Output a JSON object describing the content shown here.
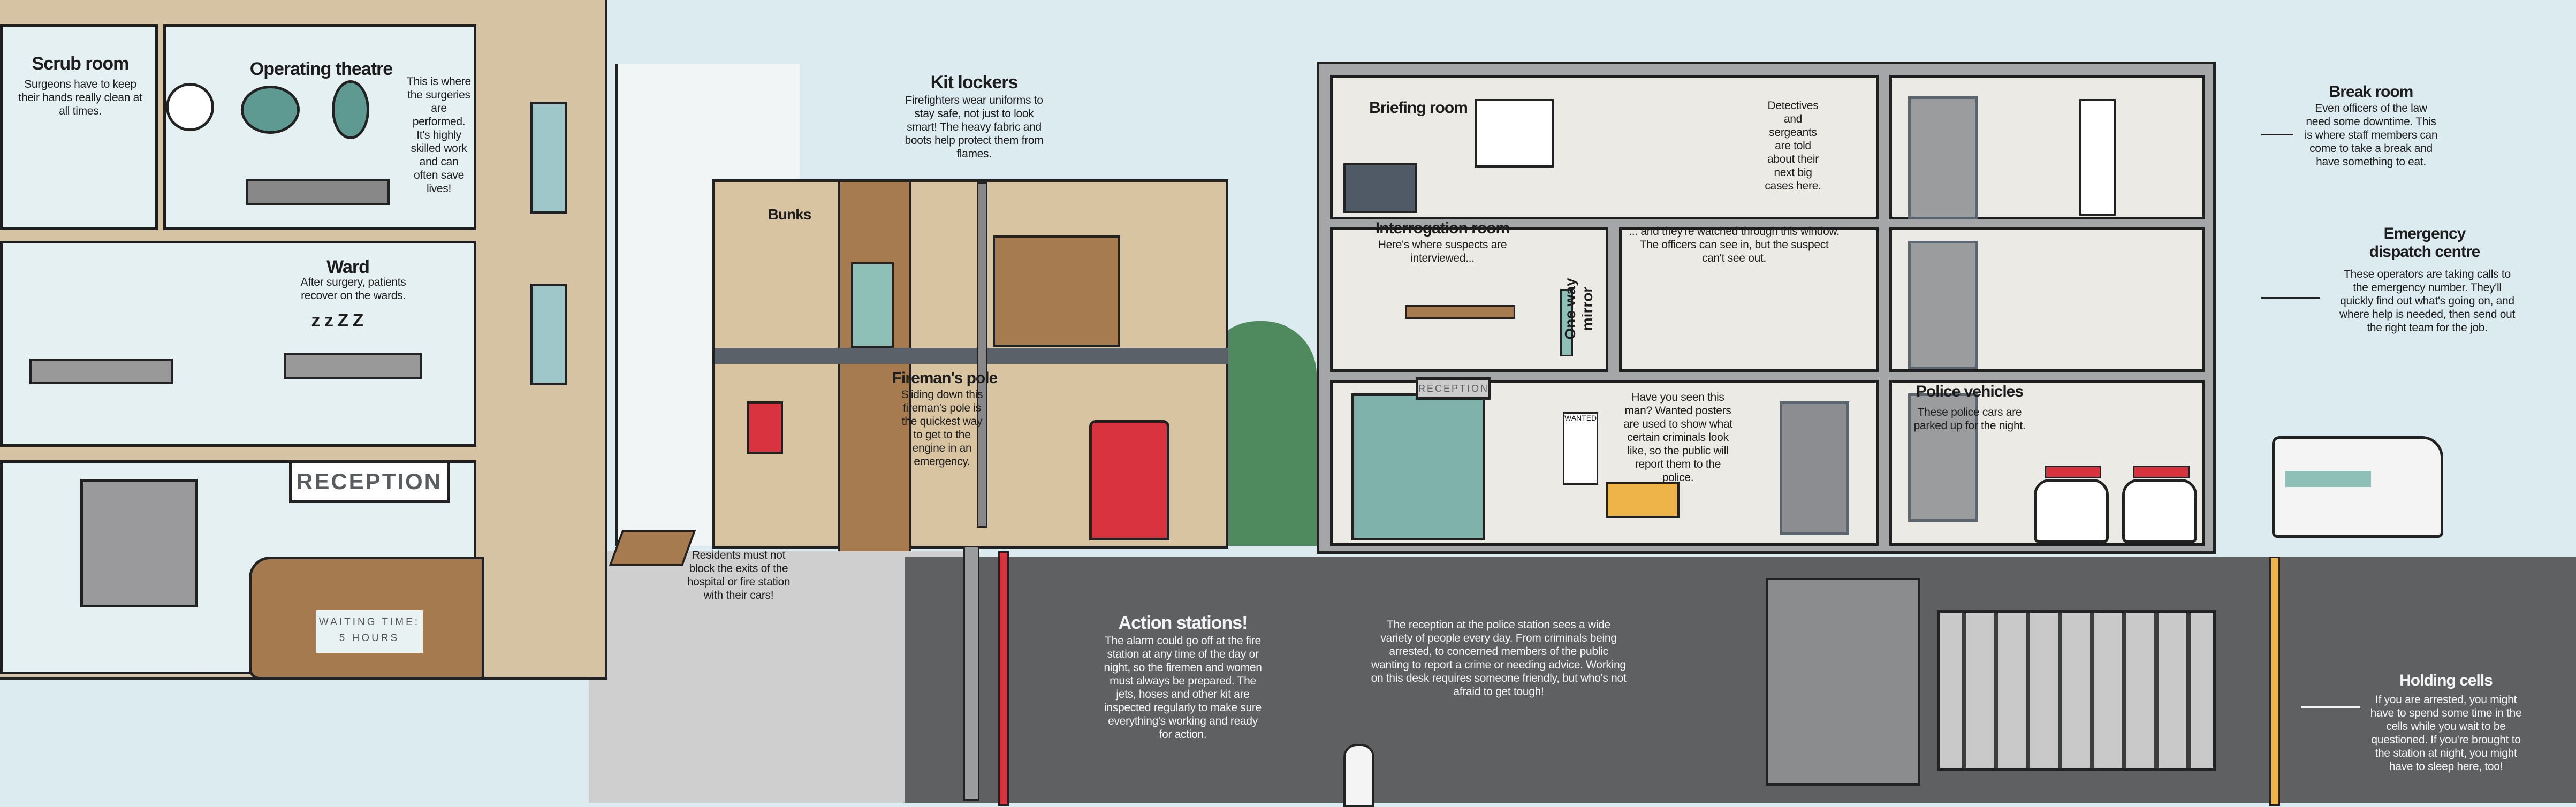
{
  "hospital": {
    "scrub_room": {
      "title": "Scrub room",
      "text": "Surgeons have to keep their hands really clean at all times."
    },
    "operating_theatre": {
      "title": "Operating theatre",
      "text": "This is where the surgeries are performed. It's highly skilled work and can often save lives!"
    },
    "ward": {
      "title": "Ward",
      "text": "After surgery, patients recover on the wards.",
      "sleep": "z z Z Z"
    },
    "reception": {
      "sign": "RECEPTION",
      "waiting_sign_line1": "WAITING TIME:",
      "waiting_sign_line2": "5 HOURS"
    }
  },
  "street": {
    "text": "Residents must not block the exits of the hospital or fire station with their cars!"
  },
  "fire_station": {
    "kit_lockers": {
      "title": "Kit lockers",
      "text": "Firefighters wear uniforms to stay safe, not just to look smart! The heavy fabric and boots help protect them from flames."
    },
    "bunks": {
      "title": "Bunks"
    },
    "firemans_pole": {
      "title": "Fireman's pole",
      "text": "Sliding down this fireman's pole is the quickest way to get to the engine in an emergency."
    },
    "action_stations": {
      "title": "Action stations!",
      "text": "The alarm could go off at the fire station at any time of the day or night, so the firemen and women must always be prepared. The jets, hoses and other kit are inspected regularly to make sure everything's working and ready for action."
    }
  },
  "police_station": {
    "briefing_room": {
      "title": "Briefing room",
      "text": "Detectives and sergeants are told about their next big cases here."
    },
    "interrogation_room": {
      "title": "Interrogation room",
      "text": "Here's where suspects are interviewed...",
      "mirror_label": "One way mirror"
    },
    "observation": {
      "text": "... and they're watched through this window. The officers can see in, but the suspect can't see out."
    },
    "reception": {
      "sign": "RECEPTION",
      "wanted_poster": "WANTED!",
      "text": "Have you seen this man? Wanted posters are used to show what certain criminals look like, so the public will report them to the police."
    },
    "reception_note": {
      "text": "The reception at the police station sees a wide variety of people every day. From criminals being arrested, to concerned members of the public wanting to report a crime or needing advice. Working on this desk requires someone friendly, but who's not afraid to get tough!"
    },
    "police_vehicles": {
      "title": "Police vehicles",
      "text": "These police cars are parked up for the night."
    },
    "break_room": {
      "title": "Break room",
      "text": "Even officers of the law need some downtime. This is where staff members can come to take a break and have something to eat."
    },
    "dispatch": {
      "title": "Emergency dispatch centre",
      "text": "These operators are taking calls to the emergency number. They'll quickly find out what's going on, and where help is needed, then send out the right team for the job."
    },
    "holding_cells": {
      "title": "Holding cells",
      "text": "If you are arrested, you might have to spend some time in the cells while you wait to be questioned. If you're brought to the station at night, you might have to sleep here, too!"
    }
  },
  "colors": {
    "sky": "#dcebf0",
    "hospital_wall": "#d6c3a3",
    "police_wall": "#a4a6a7",
    "underground": "#5e6062",
    "fire_red": "#d8333f",
    "accent_yellow": "#eeb44a",
    "teal": "#8fc0b8"
  }
}
